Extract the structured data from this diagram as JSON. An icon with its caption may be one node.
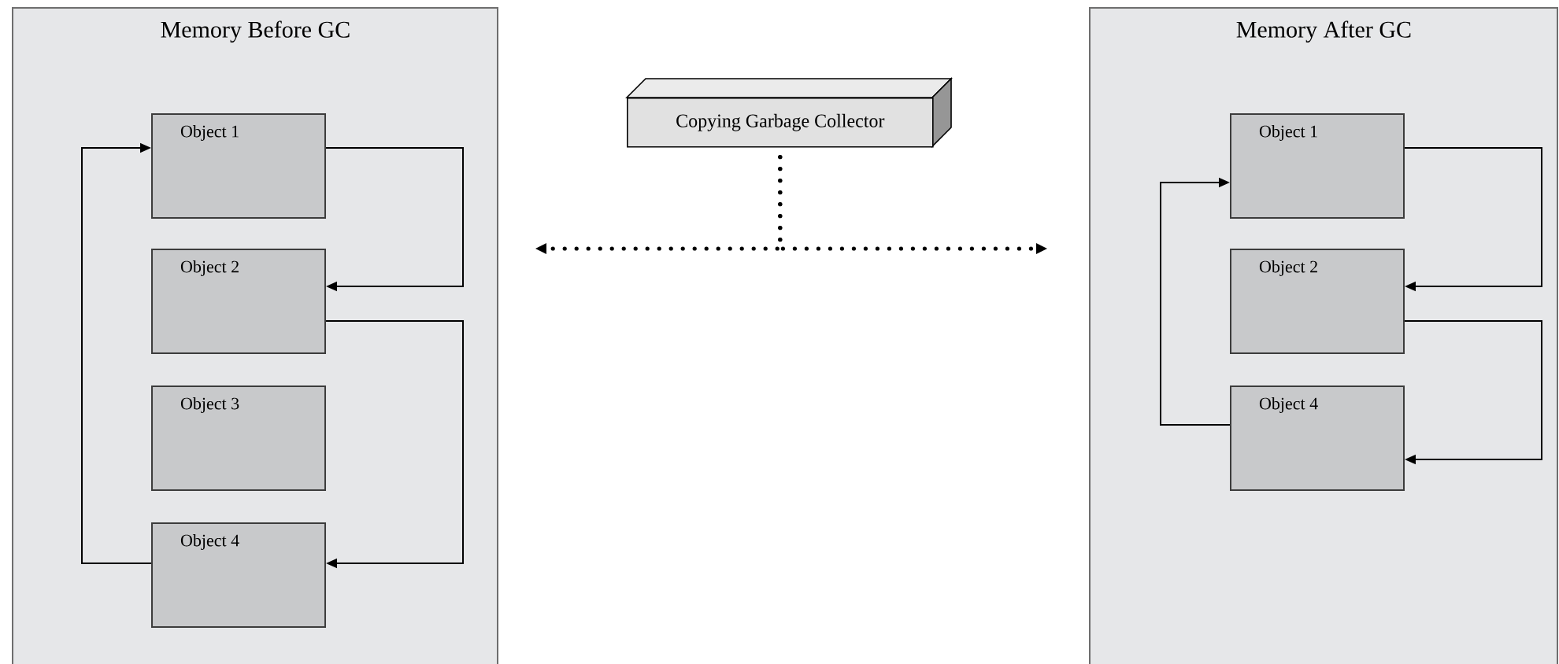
{
  "diagram": {
    "nodes": [
      {
        "text": [
          "Memory Before GC"
        ]
      },
      {
        "text": [
          "Object 1"
        ],
        "in": 0
      },
      {
        "text": [
          "Object 2"
        ],
        "in": 0
      },
      {
        "text": [
          "Object 3"
        ],
        "in": 0
      },
      {
        "text": [
          "Object 4"
        ],
        "in": 0
      },
      {
        "text": [
          "Copying Garbage Collector"
        ]
      },
      {
        "text": [
          "Memory After GC"
        ]
      },
      {
        "text": [
          "Object 1"
        ],
        "in": 6
      },
      {
        "text": [
          "Object 2"
        ],
        "in": 6
      },
      {
        "text": [
          "Object 4"
        ],
        "in": 6
      }
    ],
    "edges": [
      {
        "from": 1,
        "to": 2,
        "arrow": "to"
      },
      {
        "from": 2,
        "to": 4,
        "arrow": "to"
      },
      {
        "from": 4,
        "to": 1,
        "arrow": "to"
      },
      {
        "from": 5,
        "to": null,
        "arrow": "to",
        "style": "dashed"
      },
      {
        "from": 5,
        "to": null,
        "arrow": "to",
        "style": "dashed"
      },
      {
        "from": 7,
        "to": 8,
        "arrow": "to"
      },
      {
        "from": 8,
        "to": 9,
        "arrow": "to"
      },
      {
        "from": 9,
        "to": 7,
        "arrow": "to"
      }
    ]
  }
}
